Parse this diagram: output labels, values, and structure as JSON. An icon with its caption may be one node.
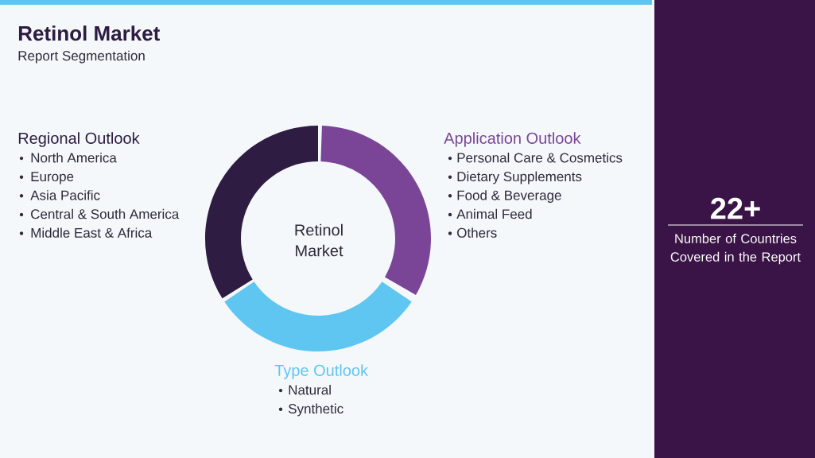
{
  "diagram": {
    "title": "Retinol Market",
    "nodes": [
      {
        "text": [
          "Regional Outlook",
          "North America",
          "Europe",
          "Asia Pacific",
          "Central & South America",
          "Middle East & Africa"
        ]
      },
      {
        "text": [
          "Application Outlook",
          "Personal Care & Cosmetics",
          "Dietary Supplements",
          "Food & Beverage",
          "Animal Feed",
          "Others"
        ]
      },
      {
        "text": [
          "Retinol Market"
        ]
      },
      {
        "text": [
          "Type Outlook",
          "Natural",
          "Synthetic"
        ]
      }
    ],
    "labels": [
      "Report Segmentation",
      "22+",
      "Number of Countries Covered in the Report"
    ]
  }
}
